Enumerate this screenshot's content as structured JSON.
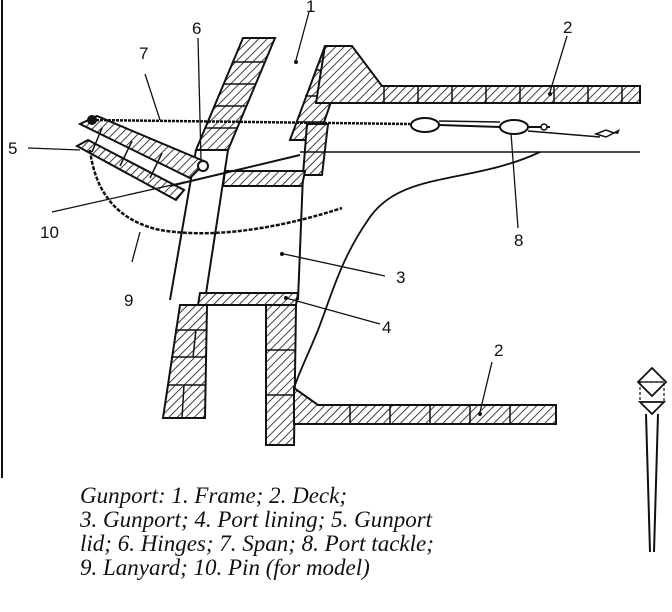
{
  "labels": {
    "l1": "1",
    "l2a": "2",
    "l2b": "2",
    "l3": "3",
    "l4": "4",
    "l5": "5",
    "l6": "6",
    "l7": "7",
    "l8": "8",
    "l9": "9",
    "l10": "10"
  },
  "caption": {
    "line1": "Gunport: 1. Frame; 2. Deck;",
    "line2": "3. Gunport; 4. Port lining; 5. Gunport",
    "line3": "lid; 6. Hinges; 7. Span; 8. Port tackle;",
    "line4": "9. Lanyard; 10. Pin (for model)"
  }
}
